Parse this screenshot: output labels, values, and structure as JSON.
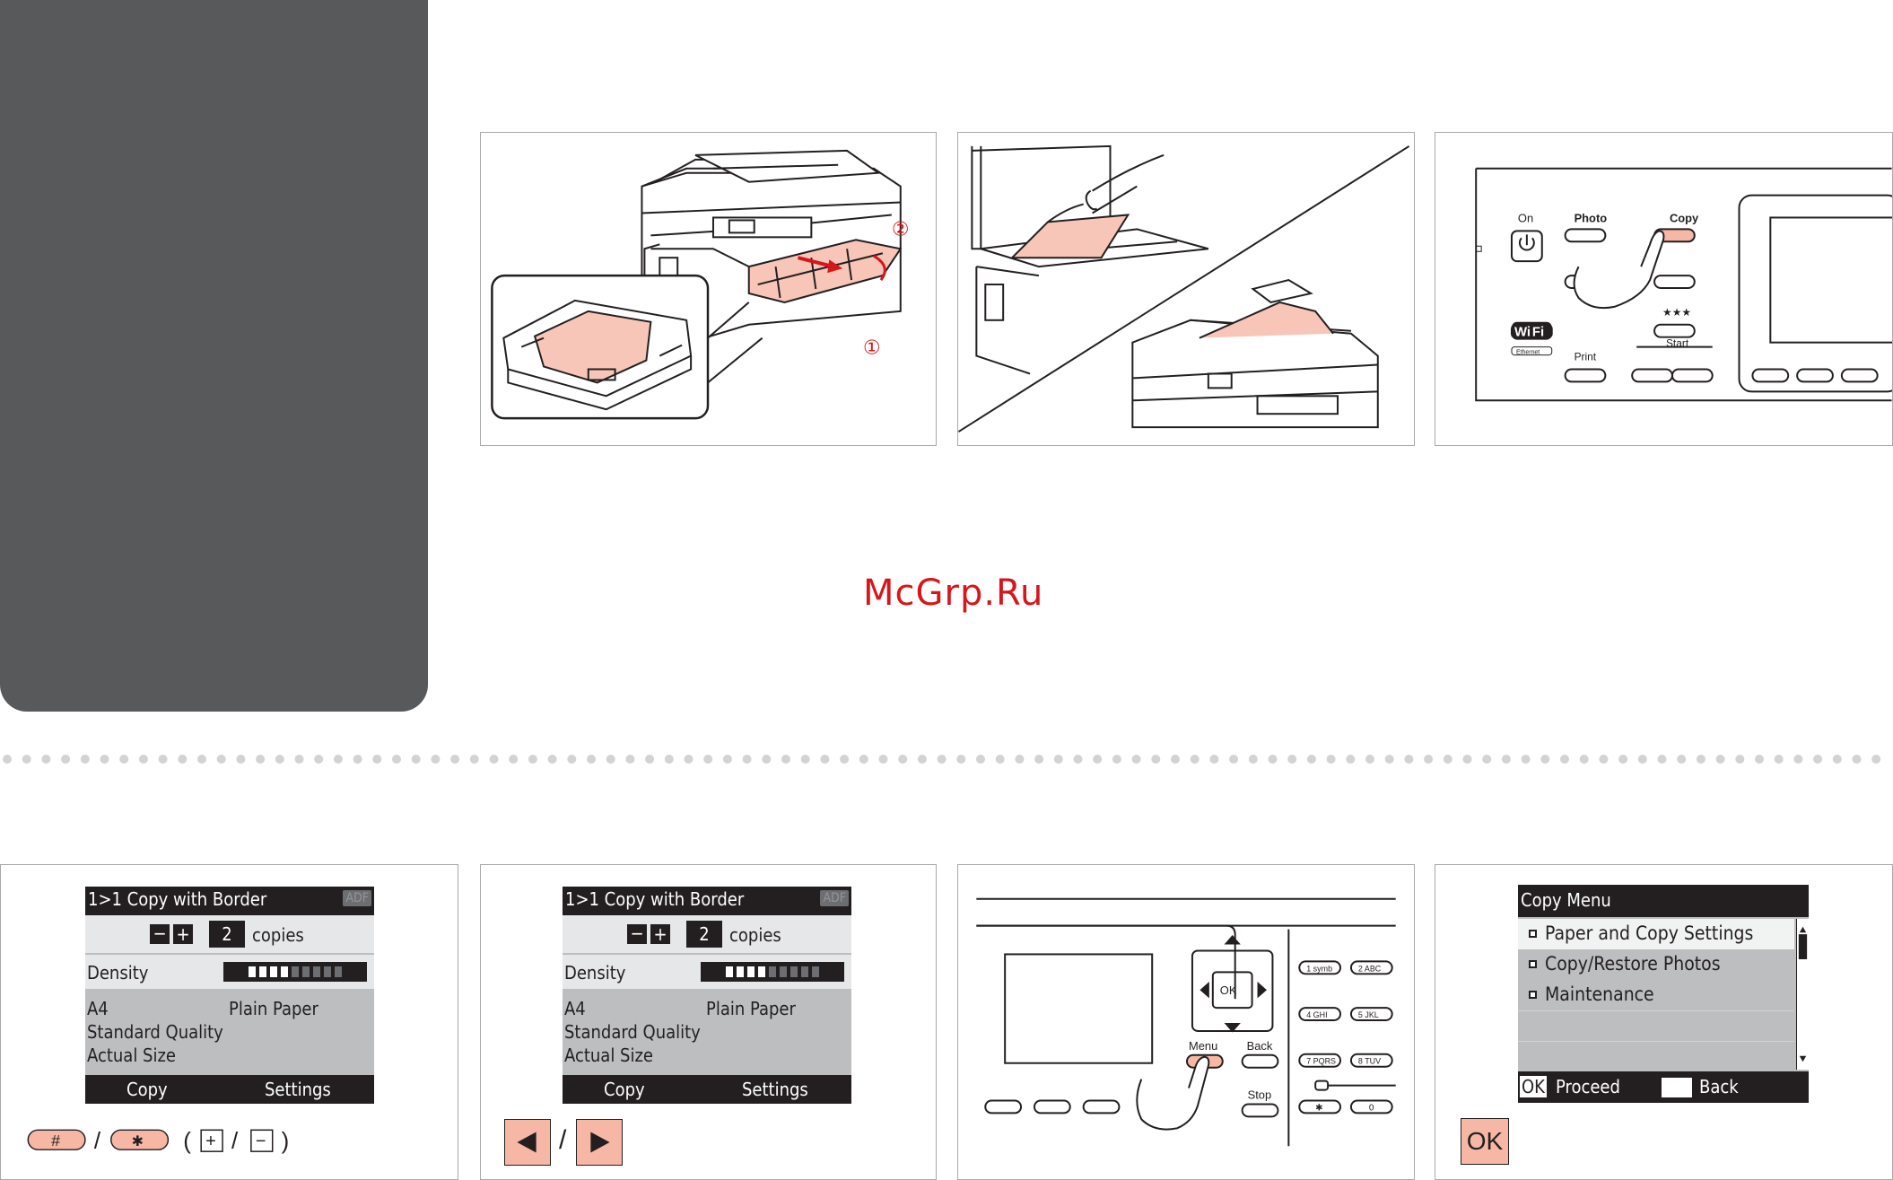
{
  "watermark": "McGrp.Ru",
  "panel1": {
    "callout_1": "①",
    "callout_2": "②"
  },
  "panel3": {
    "on_label": "On",
    "photo_label": "Photo",
    "copy_label": "Copy",
    "print_label": "Print",
    "start_label": "Start",
    "wifi_label_1": "Wi",
    "wifi_label_2": "Fi",
    "ethernet_label": "Ethernet",
    "stars_label": "★★★"
  },
  "lcd1": {
    "title": "1>1 Copy with Border",
    "tag": "ADF",
    "copies_value": "2",
    "copies_label": "copies",
    "density_label": "Density",
    "paper_size": "A4",
    "paper_type": "Plain Paper",
    "quality": "Standard Quality",
    "size": "Actual Size",
    "footer_left": "Copy",
    "footer_right": "Settings"
  },
  "lcd2": {
    "title": "1>1 Copy with Border",
    "tag": "ADF",
    "copies_value": "2",
    "copies_label": "copies",
    "density_label": "Density",
    "paper_size": "A4",
    "paper_type": "Plain Paper",
    "quality": "Standard Quality",
    "size": "Actual Size",
    "footer_left": "Copy",
    "footer_right": "Settings"
  },
  "caption5": {
    "key_hash": "#",
    "key_star": "✱",
    "slash": "/",
    "open": "(",
    "plus": "+",
    "slash2": "/",
    "minus": "−",
    "close": ")"
  },
  "caption6": {
    "slash": "/"
  },
  "panel7": {
    "menu_label": "Menu",
    "back_label": "Back",
    "stop_label": "Stop",
    "ok_label": "OK",
    "keys": [
      "1 symb",
      "2 ABC",
      "4 GHI",
      "5 JKL",
      "7 PQRS",
      "8 TUV",
      "✱",
      "0"
    ]
  },
  "lcd8": {
    "title": "Copy Menu",
    "items": [
      "Paper and Copy Settings",
      "Copy/Restore Photos",
      "Maintenance"
    ],
    "footer_left_key": "OK",
    "footer_left": "Proceed",
    "footer_right": "Back"
  },
  "caption8": {
    "ok": "OK"
  }
}
